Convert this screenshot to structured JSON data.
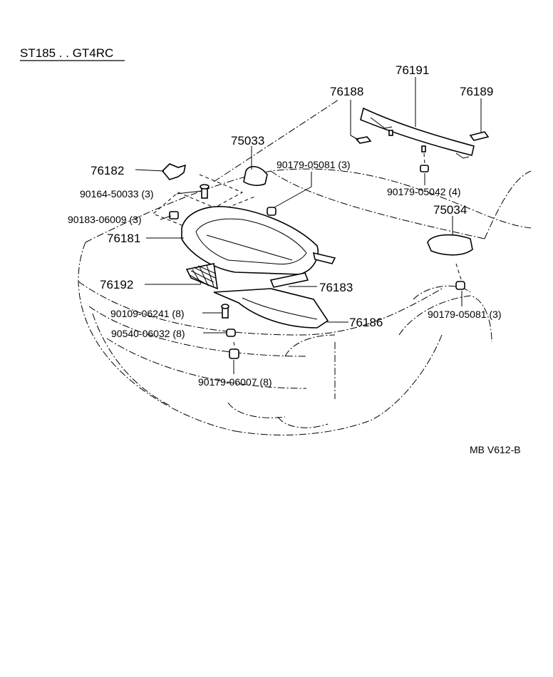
{
  "header": {
    "title": "ST185 . . GT4RC"
  },
  "footer": {
    "code": "MB V612-B"
  },
  "labels": {
    "p76191": "76191",
    "p76188": "76188",
    "p76189": "76189",
    "p75033": "75033",
    "p90179_05081_a": "90179-05081 (3)",
    "p76182": "76182",
    "p90164_50033": "90164-50033 (3)",
    "p90179_05042": "90179-05042 (4)",
    "p90183_06009": "90183-06009 (3)",
    "p75034": "75034",
    "p76181": "76181",
    "p76192": "76192",
    "p76183": "76183",
    "p90109_06241": "90109-06241 (8)",
    "p90179_05081_b": "90179-05081 (3)",
    "p76186": "76186",
    "p90540_06032": "90540-06032 (8)",
    "p90179_06007": "90179-06007 (8)"
  }
}
